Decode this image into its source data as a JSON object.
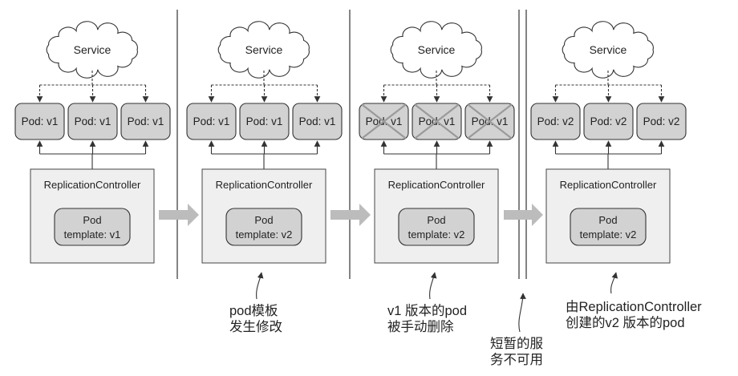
{
  "panels": [
    {
      "service": "Service",
      "pods": [
        "Pod: v1",
        "Pod: v1",
        "Pod: v1"
      ],
      "pods_deleted": false,
      "rc_label": "ReplicationController",
      "template_line1": "Pod",
      "template_line2": "template: v1"
    },
    {
      "service": "Service",
      "pods": [
        "Pod: v1",
        "Pod: v1",
        "Pod: v1"
      ],
      "pods_deleted": false,
      "rc_label": "ReplicationController",
      "template_line1": "Pod",
      "template_line2": "template: v2"
    },
    {
      "service": "Service",
      "pods": [
        "Pod: v1",
        "Pod: v1",
        "Pod: v1"
      ],
      "pods_deleted": true,
      "rc_label": "ReplicationController",
      "template_line1": "Pod",
      "template_line2": "template: v2"
    },
    {
      "service": "Service",
      "pods": [
        "Pod: v2",
        "Pod: v2",
        "Pod: v2"
      ],
      "pods_deleted": false,
      "rc_label": "ReplicationController",
      "template_line1": "Pod",
      "template_line2": "template: v2"
    }
  ],
  "annotations": [
    {
      "lines": [
        "pod模板",
        "发生修改"
      ]
    },
    {
      "lines": [
        "v1 版本的pod",
        "被手动删除"
      ]
    },
    {
      "lines": [
        "短暂的服",
        "务不可用"
      ]
    },
    {
      "lines": [
        "由ReplicationController",
        "创建的v2 版本的pod"
      ]
    }
  ]
}
